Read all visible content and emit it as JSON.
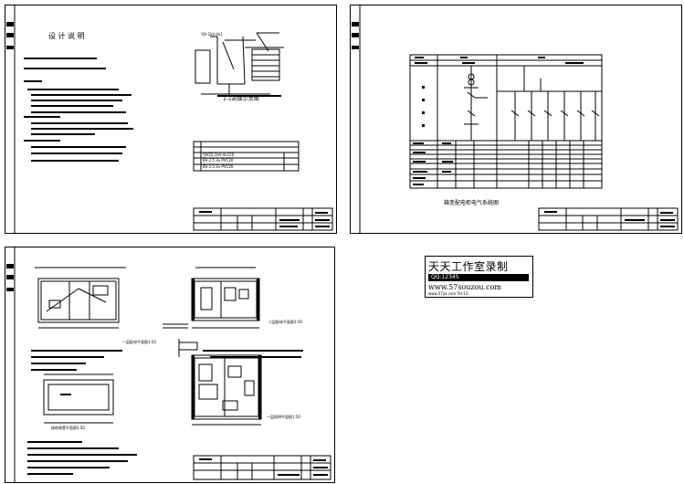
{
  "sheets": {
    "design_notes": {
      "heading": "设 计 说 明",
      "section_title": "1-1剖面示意图",
      "cable_label": "YJV-1kV-4x1",
      "table_rows": [
        "YJV22-1kV-4x120",
        "BV-2.5 3x PVC20",
        "BV-2.5 2x PVC20"
      ]
    },
    "system_diagram": {
      "title": "箱变配电柜电气系统图"
    },
    "floor_plans": {
      "plan1_caption": "一层配电平面图1:50",
      "plan2_caption": "二层配电平面图1:50",
      "grounding_caption": "接地装置平面图1:50",
      "plan3_caption": "一层照明平面图1:50"
    }
  },
  "watermark": {
    "title": "天天工作室录制",
    "qq": "QQ:12345",
    "website": "www.57souzou.com",
    "contact": "www.57jia.com  Tel:13"
  }
}
